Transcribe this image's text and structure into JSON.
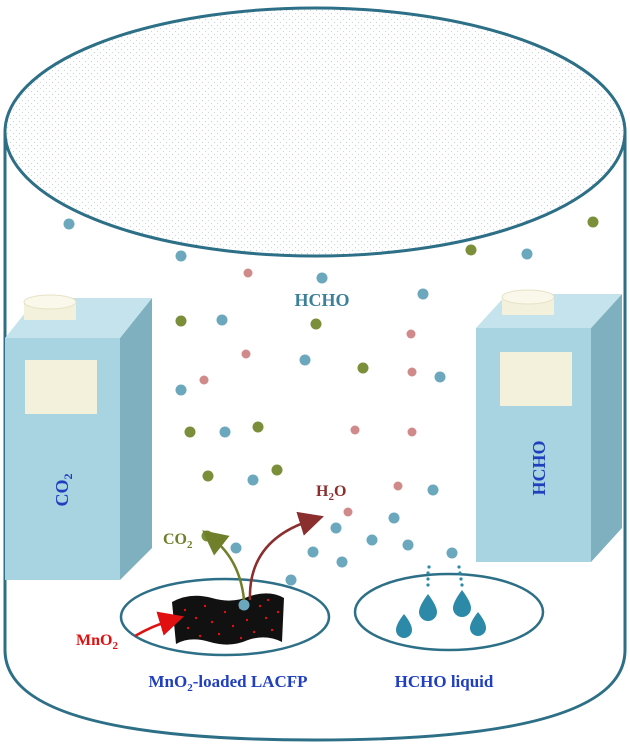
{
  "labels": {
    "hcho_air": "HCHO",
    "h2o_main": "H",
    "h2o_sub": "2",
    "h2o_tail": "O",
    "co2_main": "CO",
    "co2_sub": "2",
    "mno2_main": "MnO",
    "mno2_sub": "2",
    "left_box_main": "CO",
    "left_box_sub": "2",
    "right_box": "HCHO",
    "dish_left_main": "MnO",
    "dish_left_sub": "2",
    "dish_left_tail": "-loaded LACFP",
    "dish_right": "HCHO liquid"
  },
  "colors": {
    "vessel_outline": "#2c6f86",
    "box_front": "#a8d3e0",
    "box_side": "#7fb0c0",
    "box_top": "#c5e3ec",
    "hcho_dot": "#6ba8bd",
    "co2_dot": "#7b8f3a",
    "h2o_dot": "#d08a8a",
    "label_blue": "#1f3fbf",
    "label_teal": "#3b7f99",
    "label_green": "#6f7f2a",
    "label_red": "#8b2e2e",
    "mno2_red": "#e01010",
    "droplet": "#2c8aa8"
  }
}
